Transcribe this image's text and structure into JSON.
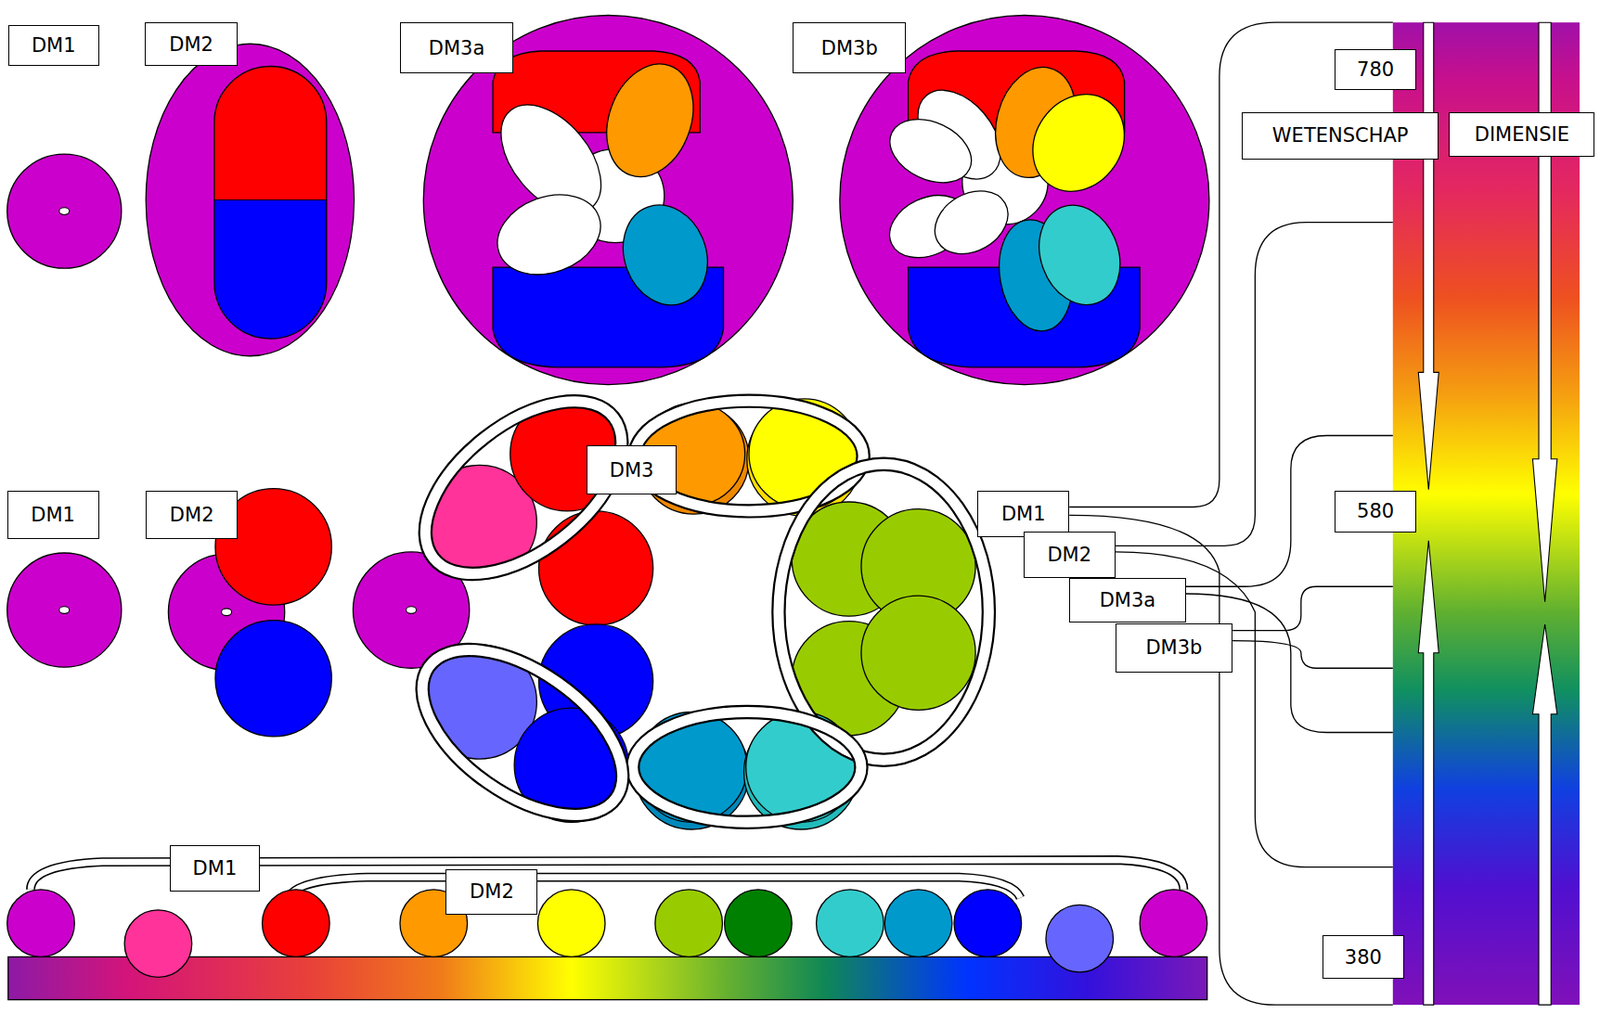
{
  "diagram": {
    "nodes": [
      {
        "text": [
          "DM1"
        ]
      },
      {
        "text": [
          "DM2"
        ]
      },
      {
        "text": [
          "DM3a"
        ]
      },
      {
        "text": [
          "DM3b"
        ]
      },
      {
        "text": [
          "780"
        ]
      },
      {
        "text": [
          "WETENSCHAP"
        ]
      },
      {
        "text": [
          "DIMENSIE"
        ]
      },
      {
        "text": [
          "DM3"
        ]
      },
      {
        "text": [
          "DM1"
        ]
      },
      {
        "text": [
          "DM2"
        ]
      },
      {
        "text": [
          "DM1"
        ]
      },
      {
        "text": [
          "580"
        ]
      },
      {
        "text": [
          "DM2"
        ]
      },
      {
        "text": [
          "DM3a"
        ]
      },
      {
        "text": [
          "DM3b"
        ]
      },
      {
        "text": [
          "DM1"
        ]
      },
      {
        "text": [
          "DM2"
        ]
      },
      {
        "text": [
          "380"
        ]
      }
    ]
  }
}
